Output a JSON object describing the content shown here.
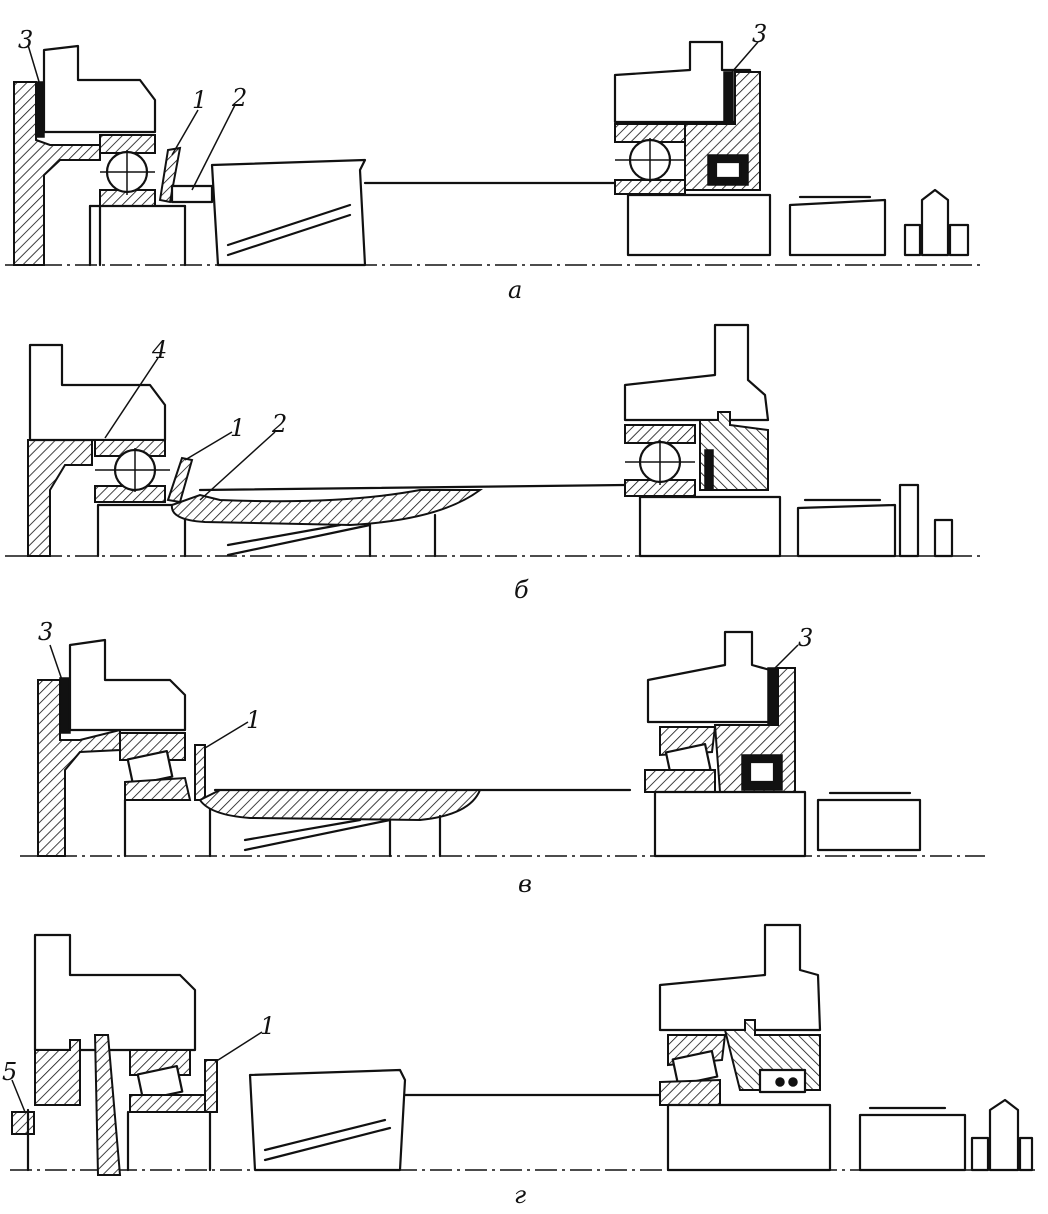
{
  "panels": [
    {
      "id": "a",
      "caption": "а",
      "labels": [
        "3",
        "1",
        "2",
        "3"
      ]
    },
    {
      "id": "b",
      "caption": "б",
      "labels": [
        "4",
        "1",
        "2"
      ]
    },
    {
      "id": "v",
      "caption": "в",
      "labels": [
        "3",
        "1",
        "3"
      ]
    },
    {
      "id": "g",
      "caption": "г",
      "labels": [
        "5",
        "1"
      ]
    }
  ]
}
